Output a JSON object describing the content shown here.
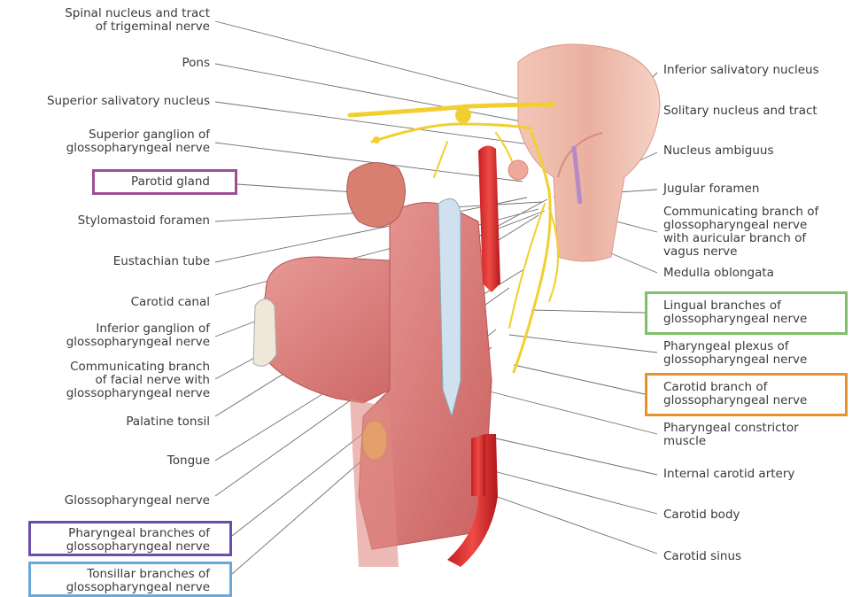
{
  "labels_left": [
    "Spinal nucleus and tract\nof trigeminal nerve",
    "Pons",
    "Superior salivatory nucleus",
    "Superior ganglion of\nglossopharyngeal nerve",
    "Parotid gland",
    "Stylomastoid foramen",
    "Eustachian tube",
    "Carotid canal",
    "Inferior ganglion of\nglossopharyngeal nerve",
    "Communicating branch\nof facial nerve with\nglossopharyngeal nerve",
    "Palatine tonsil",
    "Tongue",
    "Glossopharyngeal nerve",
    "Pharyngeal branches of\nglossopharyngeal nerve",
    "Tonsillar branches of\nglossopharyngeal nerve"
  ],
  "labels_right": [
    "Inferior salivatory nucleus",
    "Solitary nucleus and tract",
    "Nucleus ambiguus",
    "Jugular foramen",
    "Communicating branch of\nglossopharyngeal nerve\nwith auricular branch of\nvagus nerve",
    "Medulla oblongata",
    "Lingual branches of\nglossopharyngeal nerve",
    "Pharyngeal plexus of\nglossopharyngeal nerve",
    "Carotid branch of\nglossopharyngeal nerve",
    "Pharyngeal constrictor\nmuscle",
    "Internal carotid artery",
    "Carotid body",
    "Carotid sinus"
  ],
  "highlight_colors": {
    "parotid_gland": "#9b4f96",
    "lingual_branches": "#7fbf6a",
    "carotid_branch": "#e8922e",
    "pharyngeal_branches": "#6a4fa8",
    "tonsillar_branches": "#6aa8d8"
  }
}
